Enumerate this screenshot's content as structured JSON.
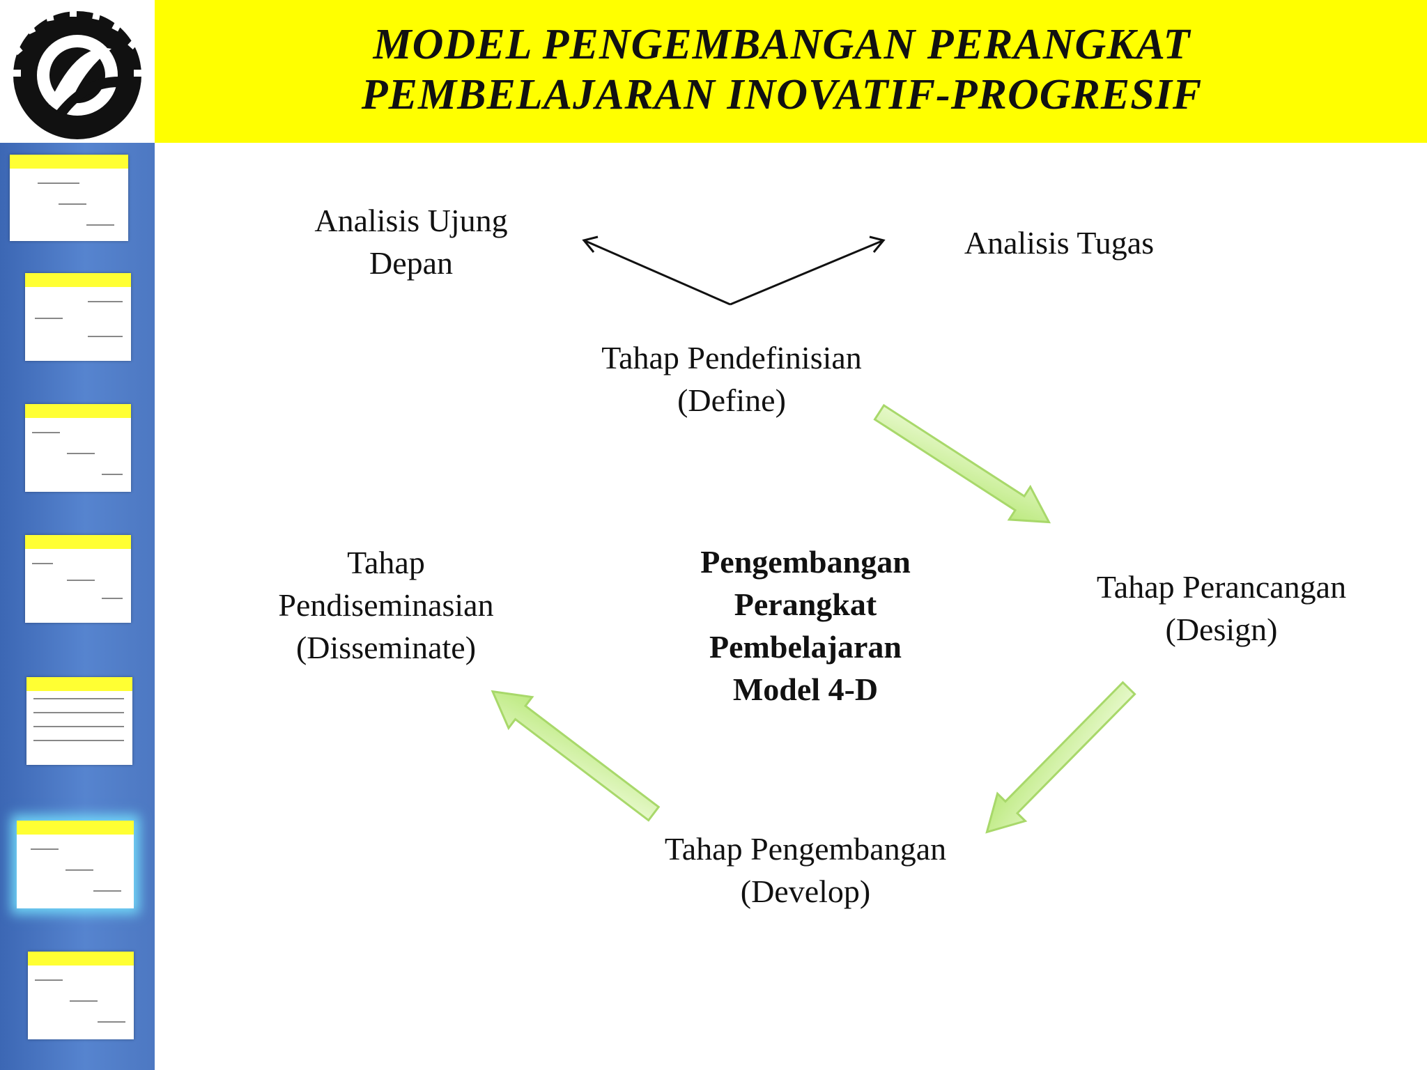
{
  "header": {
    "title_line1": "MODEL PENGEMBANGAN  PERANGKAT",
    "title_line2": "PEMBELAJARAN INOVATIF-PROGRESIF",
    "background": "#ffff00"
  },
  "logo": {
    "icon": "university-logo-icon"
  },
  "sidebar": {
    "thumbnail_count": 7,
    "active_index": 5,
    "color": "#4a76c4"
  },
  "diagram": {
    "analisis_ujung": [
      "Analisis Ujung",
      "Depan"
    ],
    "analisis_tugas": "Analisis Tugas",
    "define": [
      "Tahap Pendefinisian",
      "(Define)"
    ],
    "design": [
      "Tahap Perancangan",
      "(Design)"
    ],
    "develop": [
      "Tahap Pengembangan",
      "(Develop)"
    ],
    "disseminate": [
      "Tahap",
      "Pendiseminasian",
      "(Disseminate)"
    ],
    "center": [
      "Pengembangan",
      "Perangkat",
      "Pembelajaran",
      "Model 4-D"
    ],
    "arrow_color": "#c6f08a",
    "arrow_border": "#a8d86a"
  }
}
